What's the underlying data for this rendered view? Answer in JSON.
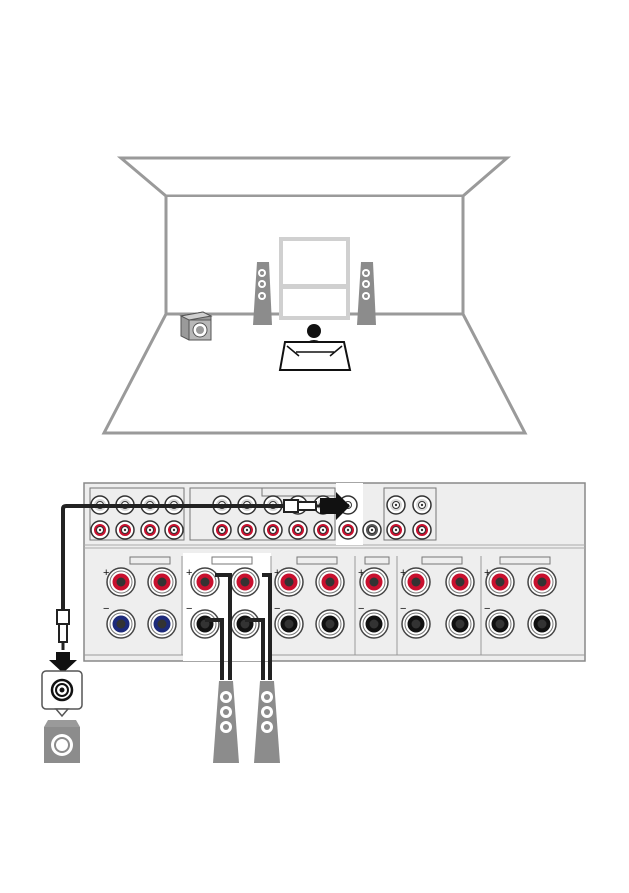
{
  "figure": {
    "room_view": {
      "devices": [
        "subwoofer",
        "front-left-speaker",
        "front-right-speaker",
        "tv-screen",
        "listener-sofa"
      ]
    },
    "panel_view": {
      "devices": [
        "av-receiver-rear-panel",
        "rca-cable",
        "subwoofer",
        "left-speaker",
        "right-speaker"
      ],
      "colors": {
        "panel": "#eeeeee",
        "panel_edge": "#888888",
        "jack_red": "#c8102e",
        "jack_blue": "#1d2a7a",
        "jack_black": "#111111",
        "cable": "#222222",
        "speaker_body": "#8c8c8c"
      }
    }
  }
}
